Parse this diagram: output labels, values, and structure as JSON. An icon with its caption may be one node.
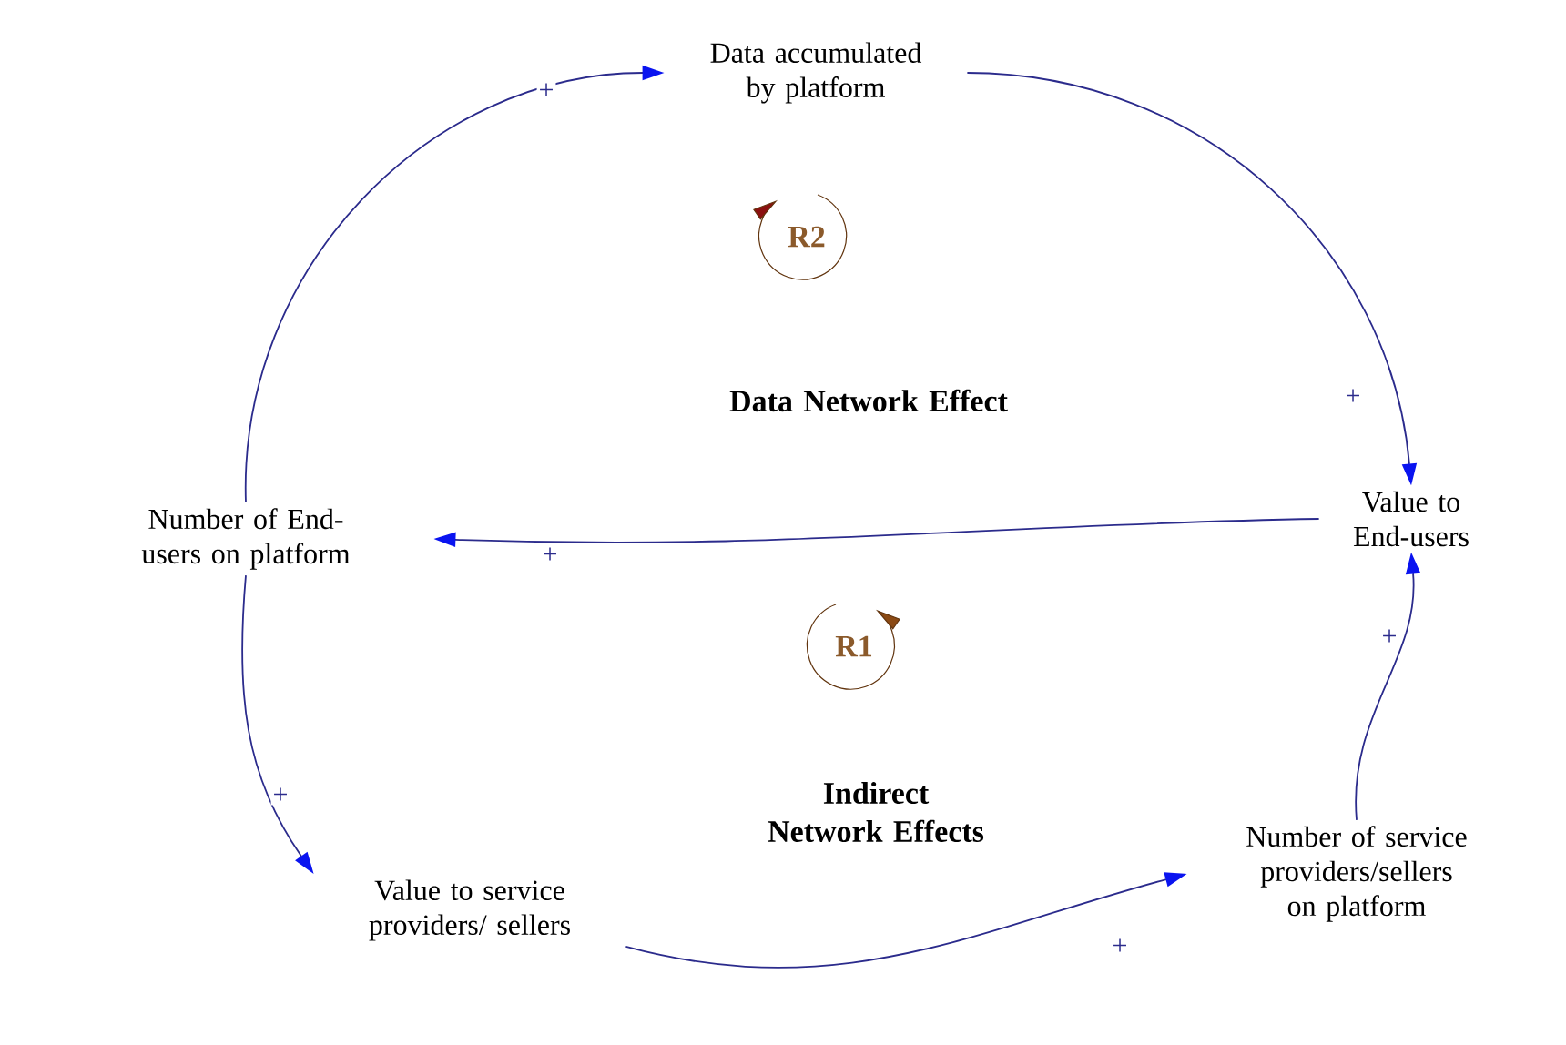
{
  "diagram": {
    "nodes": [
      {
        "text": [
          "Data accumulated by platform"
        ]
      },
      {
        "text": [
          "Number of End-users on platform"
        ]
      },
      {
        "text": [
          "Value to End-users"
        ]
      },
      {
        "text": [
          "Value to service providers/ sellers"
        ]
      },
      {
        "text": [
          "Number of service providers/sellers on platform"
        ]
      }
    ],
    "edges": [
      {
        "from": 1,
        "to": 0,
        "arrow": "to",
        "label": "+"
      },
      {
        "from": 0,
        "to": 2,
        "arrow": "to",
        "label": "+"
      },
      {
        "from": 2,
        "to": 1,
        "arrow": "to",
        "label": "+"
      },
      {
        "from": 1,
        "to": 3,
        "arrow": "to",
        "label": "+"
      },
      {
        "from": 3,
        "to": 4,
        "arrow": "to",
        "label": "+"
      },
      {
        "from": 4,
        "to": 2,
        "arrow": "to",
        "label": "+"
      }
    ],
    "labels": [
      "R2",
      "Data Network Effect",
      "R1",
      "Indirect Network Effects"
    ]
  }
}
